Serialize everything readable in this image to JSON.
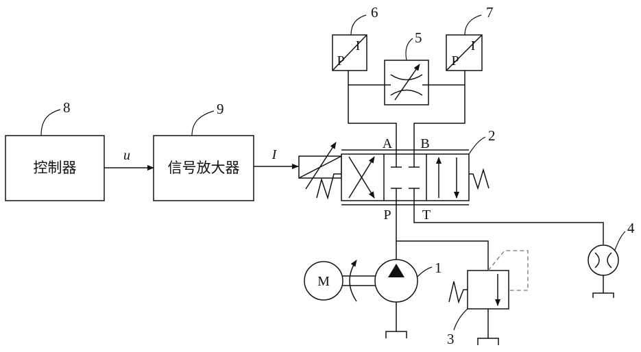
{
  "blocks": {
    "controller": "控制器",
    "amplifier": "信号放大器"
  },
  "signals": {
    "u": "u",
    "current": "I"
  },
  "ports": {
    "a": "A",
    "b": "B",
    "p": "P",
    "t": "T"
  },
  "motor": "M",
  "transducer": {
    "p": "P",
    "i": "I"
  },
  "numbers": {
    "n1": "1",
    "n2": "2",
    "n3": "3",
    "n4": "4",
    "n5": "5",
    "n6": "6",
    "n7": "7",
    "n8": "8",
    "n9": "9"
  }
}
